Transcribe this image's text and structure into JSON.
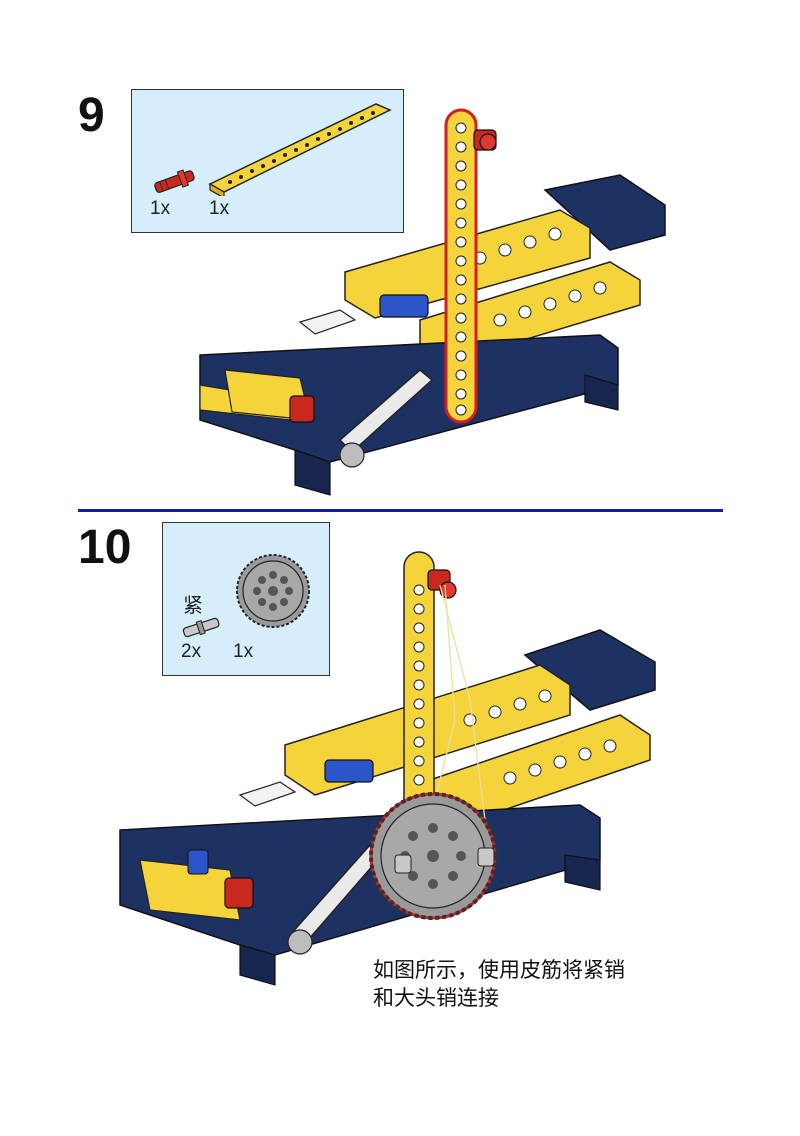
{
  "steps": [
    {
      "number": "9",
      "parts": [
        {
          "name": "red-axle-pin",
          "qty": "1x"
        },
        {
          "name": "yellow-beam-15",
          "qty": "1x"
        }
      ]
    },
    {
      "number": "10",
      "parts": [
        {
          "name": "friction-pin",
          "qty": "2x",
          "label": "紧"
        },
        {
          "name": "gear-40-tooth",
          "qty": "1x"
        }
      ],
      "instruction_lines": [
        "如图所示，使用皮筋将紧销",
        "和大头销连接"
      ]
    }
  ],
  "colors": {
    "divider": "#1a1aa8",
    "parts_box_bg": "#d6eefb",
    "brick_yellow": "#f5d33a",
    "brick_navy": "#1e3163",
    "pin_red": "#c8281e",
    "gear_gray": "#9a9a9a",
    "highlight_red": "#d21e1e"
  }
}
